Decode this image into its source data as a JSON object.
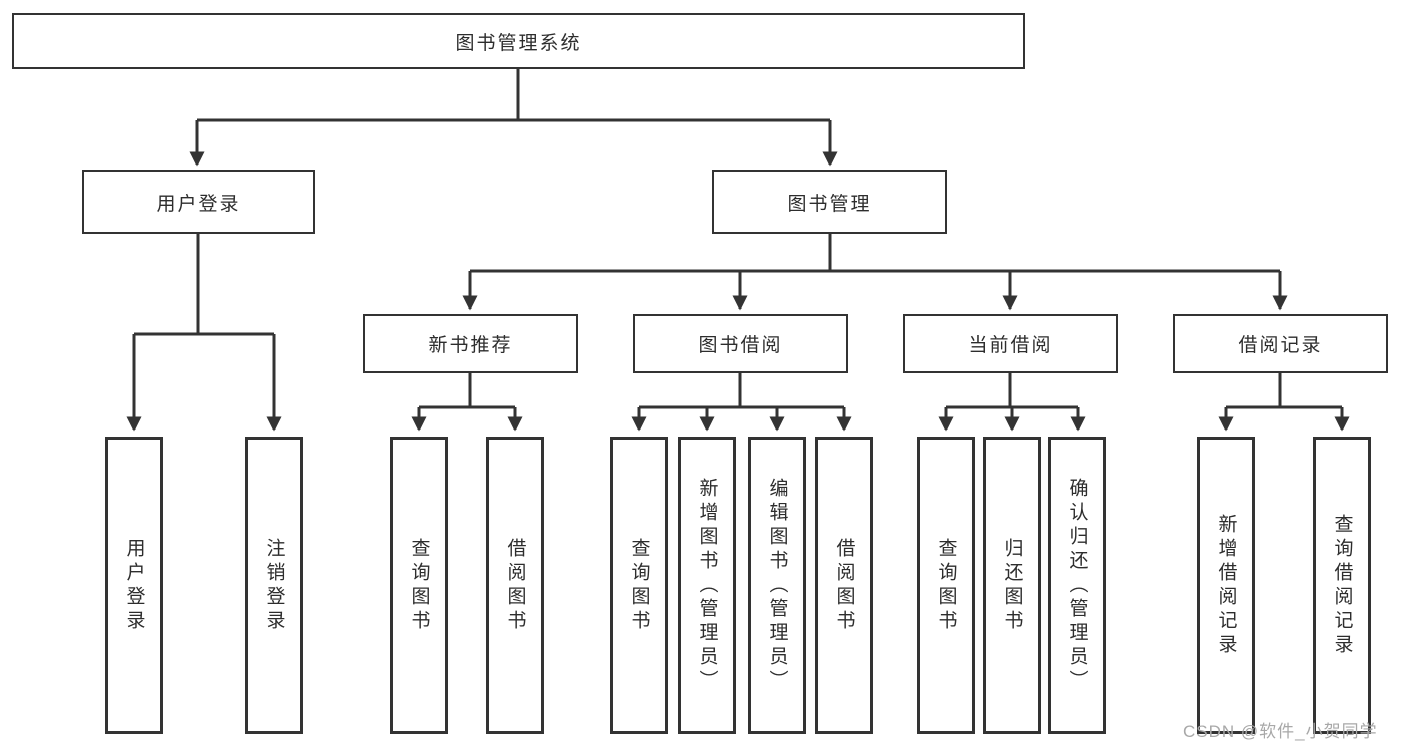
{
  "diagram": {
    "colors": {
      "line": "#333333",
      "box_border": "#333333",
      "box_fill": "#ffffff",
      "text": "#2d2d2d",
      "watermark_text": "#a8a8a8",
      "background": "#ffffff"
    },
    "root": {
      "label": "图书管理系统"
    },
    "level2": {
      "user_login": "用户登录",
      "book_mgmt": "图书管理"
    },
    "level3": {
      "new_books": "新书推荐",
      "book_borrow": "图书借阅",
      "current_borrow": "当前借阅",
      "borrow_records": "借阅记录"
    },
    "leaves": [
      "用户登录",
      "注销登录",
      "查询图书",
      "借阅图书",
      "查询图书",
      "新增图书（管理员）",
      "编辑图书（管理员）",
      "借阅图书",
      "查询图书",
      "归还图书",
      "确认归还（管理员）",
      "新增借阅记录",
      "查询借阅记录"
    ],
    "watermark": "CSDN @软件_小贺同学"
  }
}
